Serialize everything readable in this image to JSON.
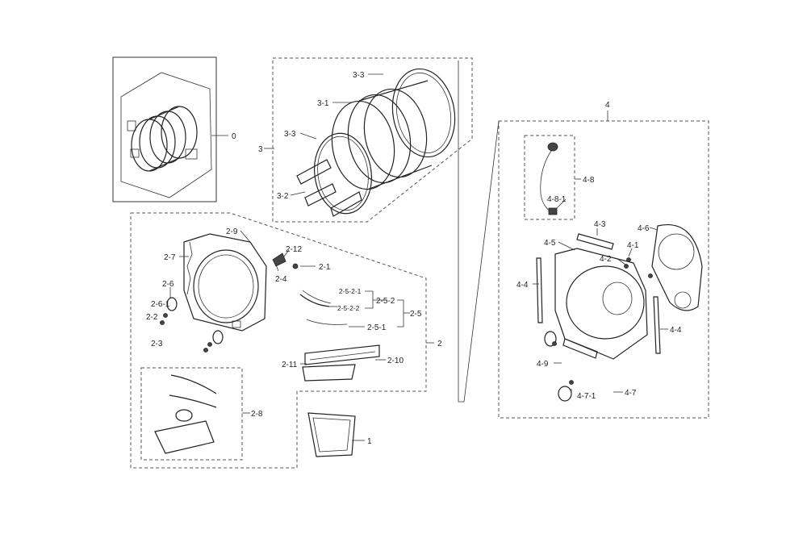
{
  "diagram": {
    "labels": {
      "l0": "0",
      "l1": "1",
      "l2": "2",
      "l2_1": "2-1",
      "l2_2": "2-2",
      "l2_3": "2-3",
      "l2_4": "2-4",
      "l2_5": "2-5",
      "l2_5_1": "2-5-1",
      "l2_5_2": "2-5-2",
      "l2_5_2_1": "2-5-2-1",
      "l2_5_2_2": "2-5-2-2",
      "l2_6": "2-6",
      "l2_6_1": "2-6-1",
      "l2_7": "2-7",
      "l2_8": "2-8",
      "l2_9": "2-9",
      "l2_10": "2-10",
      "l2_11": "2-11",
      "l2_12": "2-12",
      "l3": "3",
      "l3_1": "3-1",
      "l3_2": "3-2",
      "l3_3a": "3-3",
      "l3_3b": "3-3",
      "l4": "4",
      "l4_1": "4-1",
      "l4_2": "4-2",
      "l4_3": "4-3",
      "l4_4a": "4-4",
      "l4_4b": "4-4",
      "l4_5": "4-5",
      "l4_6": "4-6",
      "l4_7": "4-7",
      "l4_7_1": "4-7-1",
      "l4_8": "4-8",
      "l4_8_1": "4-8-1",
      "l4_9": "4-9"
    }
  }
}
